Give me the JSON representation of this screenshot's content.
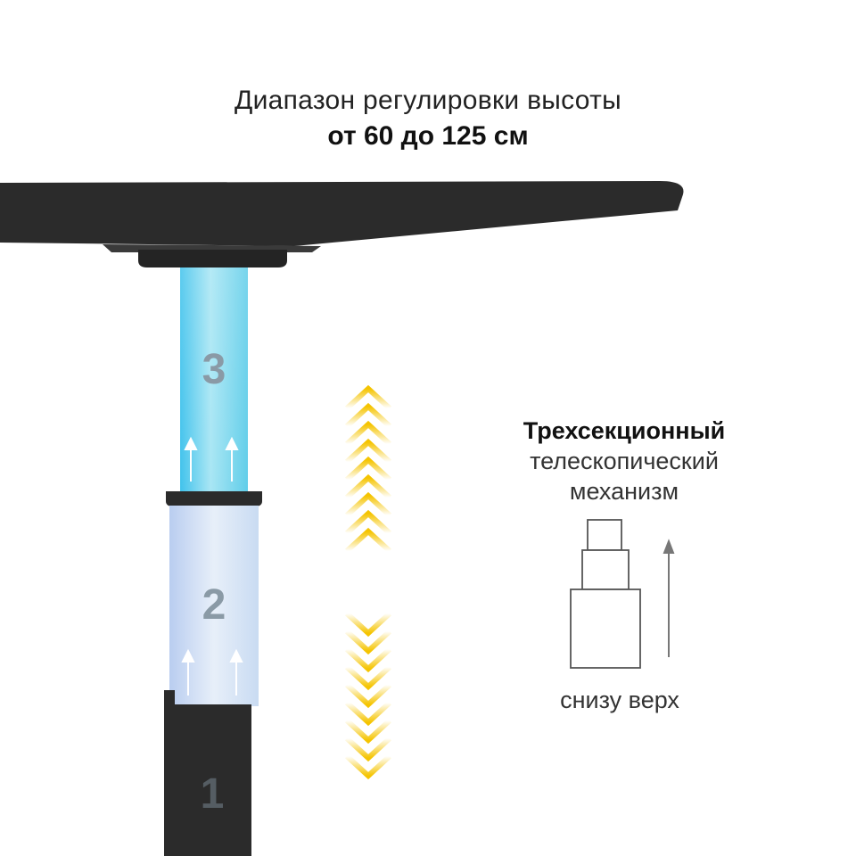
{
  "heading": {
    "line1": "Диапазон регулировки высоты",
    "line2": "от 60 до 125 см"
  },
  "sections": {
    "top": "3",
    "middle": "2",
    "bottom": "1"
  },
  "mechanism": {
    "line1": "Трехсекционный",
    "line2": "телескопический",
    "line3": "механизм",
    "direction": "снизу верх"
  },
  "colors": {
    "frame": "#2b2b2b",
    "chevron": "#f5c400",
    "section_top": "#7fd6ec",
    "section_middle": "#cfe0f5",
    "number": "#8a9aa6"
  }
}
